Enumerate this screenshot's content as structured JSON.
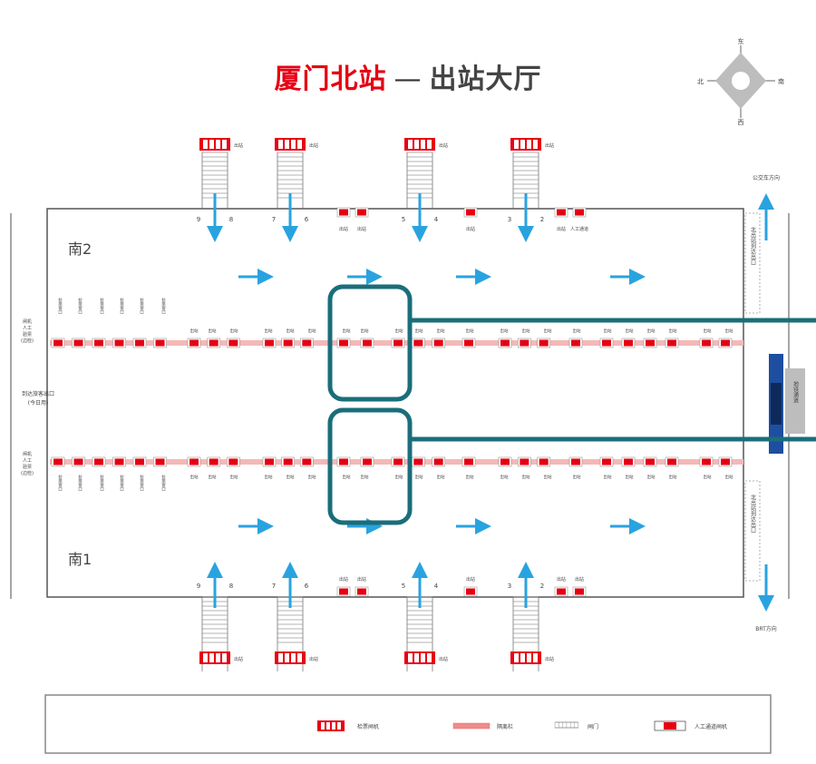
{
  "title": {
    "main": "厦门北站",
    "separator": "—",
    "rest": "出站大厅"
  },
  "compass": {
    "north": "北",
    "south": "南",
    "east": "东",
    "west": "西"
  },
  "colors": {
    "gate": "#e60012",
    "flow_arrow": "#29a3e0",
    "rail": "#f4b8b8",
    "highlight": "#1a6e7a",
    "hall_border": "#555555"
  },
  "halls": {
    "south2": "南2",
    "south1": "南1"
  },
  "left_labels": {
    "upper_gate": "闸机\n人工\n验票\n(边检)",
    "middle_exit": "到达旅客出口\n(今日用)",
    "lower_gate": "闸机\n人工\n验票\n(边检)"
  },
  "right_labels": {
    "bus_top": "公交车方向",
    "taxi_bottom": "BRT方向",
    "exit_upper": "北出站到达出口",
    "exit_lower": "北出站到达出口",
    "side_box": "地铁通道"
  },
  "stairs": {
    "top": [
      {
        "nums": [
          "9",
          "8"
        ],
        "gate": "出站"
      },
      {
        "nums": [
          "7",
          "6"
        ],
        "gate": "出站"
      },
      {
        "nums": [
          "5",
          "4"
        ],
        "gate": "出站"
      },
      {
        "nums": [
          "3",
          "2"
        ],
        "gate": "出站"
      }
    ],
    "bottom": [
      {
        "nums": [
          "9",
          "8"
        ],
        "gate": "出站"
      },
      {
        "nums": [
          "7",
          "6"
        ],
        "gate": "出站"
      },
      {
        "nums": [
          "5",
          "4"
        ],
        "gate": "出站"
      },
      {
        "nums": [
          "3",
          "2"
        ],
        "gate": "出站"
      }
    ]
  },
  "wall_gates": {
    "label": "出站",
    "special": "人工通道"
  },
  "row_gate_label": "出站",
  "window_label": "补票窗口",
  "legend": [
    {
      "icon": "gate-group",
      "label": "检票闸机"
    },
    {
      "icon": "rail",
      "label": "隔离栏"
    },
    {
      "icon": "door",
      "label": "闸门"
    },
    {
      "icon": "manual-gate",
      "label": "人工通道闸机"
    }
  ]
}
